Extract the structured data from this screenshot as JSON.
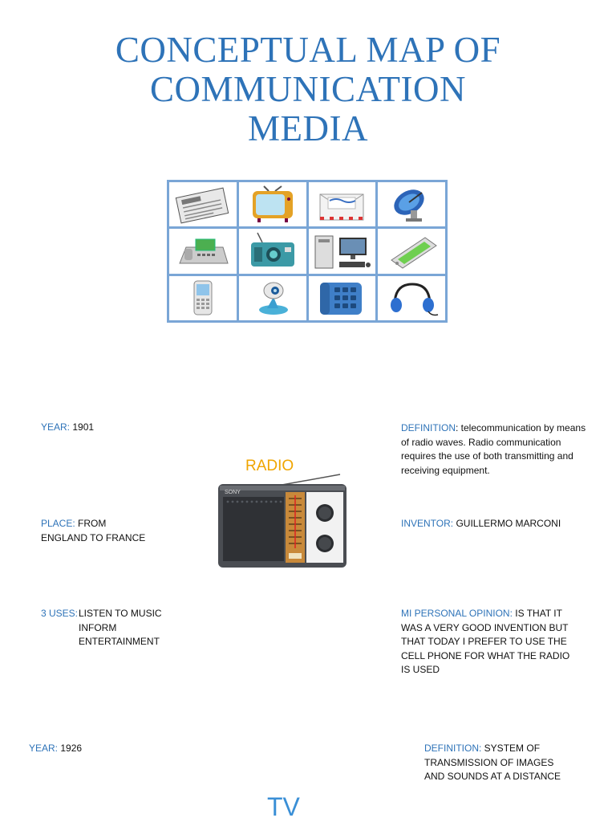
{
  "title": {
    "line1": "CONCEPTUAL MAP OF",
    "line2": "COMMUNICATION",
    "line3": "MEDIA"
  },
  "icons": [
    "newspaper-icon",
    "television-icon",
    "envelope-icon",
    "satellite-dish-icon",
    "fax-machine-icon",
    "radio-icon",
    "desktop-computer-icon",
    "tablet-icon",
    "cell-phone-icon",
    "webcam-icon",
    "telephone-icon",
    "headphones-icon"
  ],
  "radio": {
    "heading": "RADIO",
    "year_key": "YEAR:",
    "year_val": "1901",
    "place_key": "PLACE:",
    "place_val1": "FROM",
    "place_val2": "ENGLAND TO FRANCE",
    "uses_key": "3 USES:",
    "uses": [
      "LISTEN TO MUSIC",
      "INFORM",
      "ENTERTAINMENT"
    ],
    "definition_key": "DEFINITION",
    "definition_lines": [
      ": telecommunication by means",
      "of radio waves. Radio communication",
      "requires the use of both transmitting and",
      "receiving equipment."
    ],
    "inventor_key": "INVENTOR:",
    "inventor_val": "GUILLERMO MARCONI",
    "opinion_key": "MI PERSONAL OPINION:",
    "opinion_lines": [
      " IS THAT IT",
      "WAS A VERY GOOD INVENTION BUT",
      "THAT TODAY I PREFER TO USE THE",
      "CELL PHONE FOR WHAT THE RADIO",
      "IS USED"
    ],
    "brand": "SONY"
  },
  "tv": {
    "heading": "TV",
    "year_key": "YEAR:",
    "year_val": "1926",
    "definition_key": "DEFINITION:",
    "definition_lines": [
      " SYSTEM OF",
      "TRANSMISSION OF IMAGES",
      "AND SOUNDS AT A DISTANCE"
    ]
  },
  "colors": {
    "title": "#2e73b8",
    "label": "#2e73b8",
    "radio_heading": "#f0a500",
    "tv_heading": "#3a8fd6"
  }
}
